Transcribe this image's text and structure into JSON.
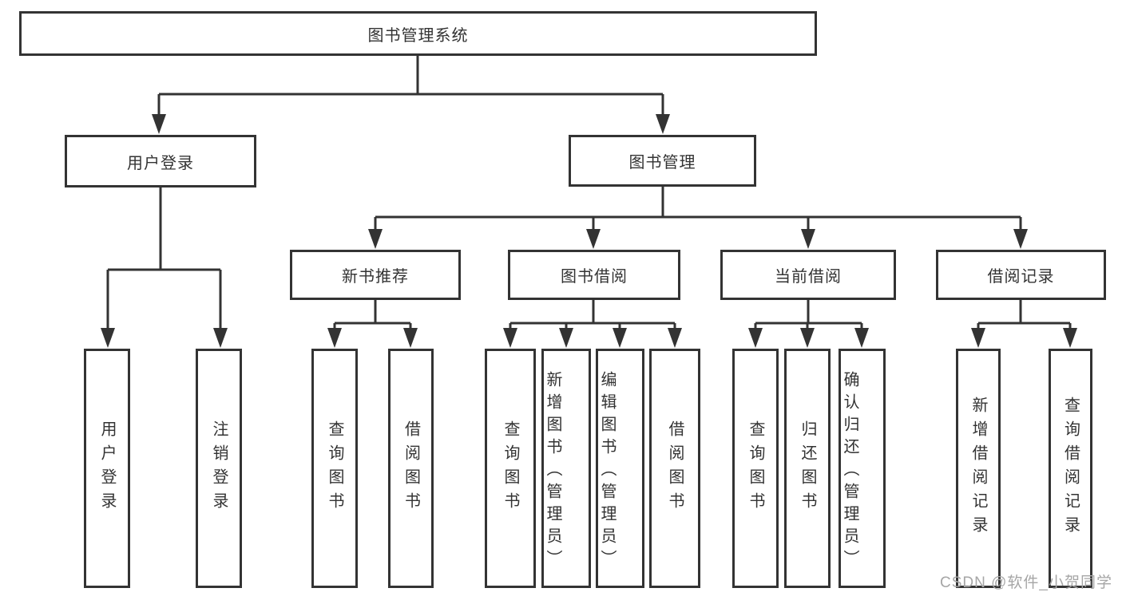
{
  "colors": {
    "line": "#333333",
    "box_border": "#333333",
    "text": "#333333",
    "watermark": "#a6a6a6",
    "background": "#ffffff"
  },
  "watermark": "CSDN @软件_小贺同学",
  "tree": {
    "root": {
      "label": "图书管理系统"
    },
    "branches": [
      {
        "label": "用户登录",
        "children": [
          {
            "label": "用户登录"
          },
          {
            "label": "注销登录"
          }
        ]
      },
      {
        "label": "图书管理",
        "children": [
          {
            "label": "新书推荐",
            "children": [
              {
                "label": "查询图书"
              },
              {
                "label": "借阅图书"
              }
            ]
          },
          {
            "label": "图书借阅",
            "children": [
              {
                "label": "查询图书"
              },
              {
                "label": "新增图书（管理员）"
              },
              {
                "label": "编辑图书（管理员）"
              },
              {
                "label": "借阅图书"
              }
            ]
          },
          {
            "label": "当前借阅",
            "children": [
              {
                "label": "查询图书"
              },
              {
                "label": "归还图书"
              },
              {
                "label": "确认归还（管理员）"
              }
            ]
          },
          {
            "label": "借阅记录",
            "children": [
              {
                "label": "新增借阅记录"
              },
              {
                "label": "查询借阅记录"
              }
            ]
          }
        ]
      }
    ]
  }
}
